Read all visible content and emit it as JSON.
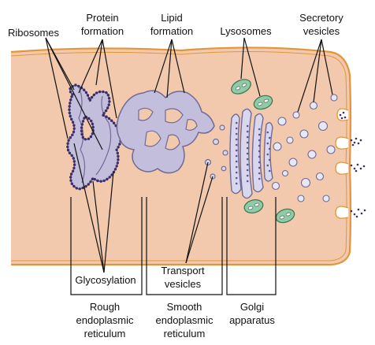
{
  "labels": {
    "ribosomes": "Ribosomes",
    "protein": [
      "Protein",
      "formation"
    ],
    "lipid": [
      "Lipid",
      "formation"
    ],
    "lysosomes": "Lysosomes",
    "secretory": [
      "Secretory",
      "vesicles"
    ],
    "transport": [
      "Transport",
      "vesicles"
    ],
    "glycosylation": "Glycosylation",
    "rough_er": [
      "Rough",
      "endoplasmic",
      "reticulum"
    ],
    "smooth_er": [
      "Smooth",
      "endoplasmic",
      "reticulum"
    ],
    "golgi": [
      "Golgi",
      "apparatus"
    ]
  },
  "colors": {
    "cytoplasm": "#f2c9ad",
    "membrane": "#e0963c",
    "er_fill": "#c2bedb",
    "er_stroke": "#6f6a98",
    "ribosome": "#3b2f6b",
    "golgi_fill": "#d9d7ee",
    "vesicle_fill": "#e6e8f6",
    "lysosome_fill": "#93c9a7",
    "lysosome_stroke": "#3d7a57"
  }
}
